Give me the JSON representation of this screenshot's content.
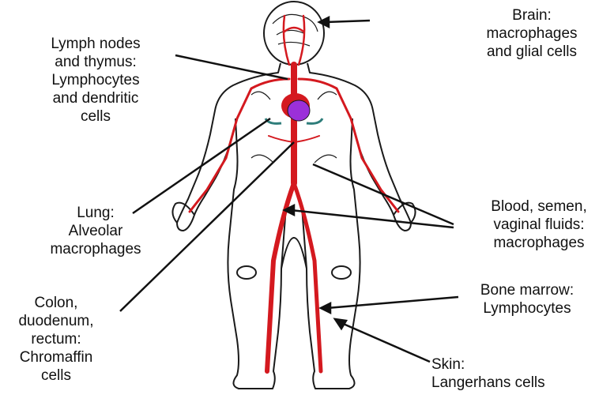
{
  "labels": {
    "brain": [
      "Brain:",
      "macrophages",
      "and glial cells"
    ],
    "lymph": [
      "Lymph nodes",
      "and thymus:",
      "Lymphocytes",
      "and dendritic",
      "cells"
    ],
    "lung": [
      "Lung:",
      "Alveolar",
      "macrophages"
    ],
    "blood": [
      "Blood, semen,",
      "vaginal fluids:",
      "macrophages"
    ],
    "colon": [
      "Colon,",
      "duodenum,",
      "rectum:",
      "Chromaffin",
      "cells"
    ],
    "bone": [
      "Bone marrow:",
      "Lymphocytes"
    ],
    "skin": [
      "Skin:",
      "Langerhans cells"
    ]
  },
  "colors": {
    "vessel": "#d4191f",
    "heart": "#9b30d9",
    "outline": "#1a1a1a",
    "lung_tint": "#2e7d7a"
  }
}
